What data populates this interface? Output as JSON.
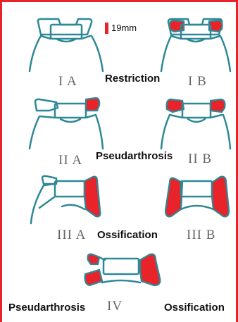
{
  "scale": {
    "text": "19mm"
  },
  "labels": {
    "ia": "I A",
    "ib": "I B",
    "iia": "II A",
    "iib": "II B",
    "iiia": "III A",
    "iiib": "III B",
    "iv": "IV"
  },
  "terms": {
    "restriction": "Restriction",
    "pseudarthrosis_mid": "Pseudarthrosis",
    "ossification_mid": "Ossification",
    "pseudarthrosis_bottom": "Pseudarthrosis",
    "ossification_bottom": "Ossification"
  },
  "colors": {
    "border": "#e8232a",
    "outline": "#2e8896",
    "fusion": "#e8232a"
  }
}
